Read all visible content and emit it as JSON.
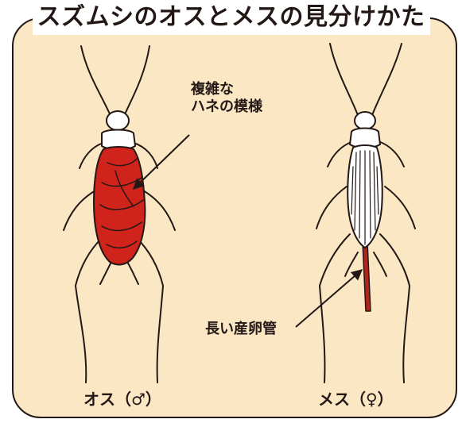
{
  "title": "スズムシのオスとメスの見分けかた",
  "male": {
    "caption": "オス（♂）",
    "annotation_line1": "複雑な",
    "annotation_line2": "ハネの模様",
    "wing_color": "#d0231c"
  },
  "female": {
    "caption": "メス（♀）",
    "annotation": "長い産卵管",
    "ovipositor_color": "#b3221b"
  },
  "colors": {
    "background": "#fbe7c4",
    "outline": "#231815",
    "body_white": "#ffffff"
  }
}
